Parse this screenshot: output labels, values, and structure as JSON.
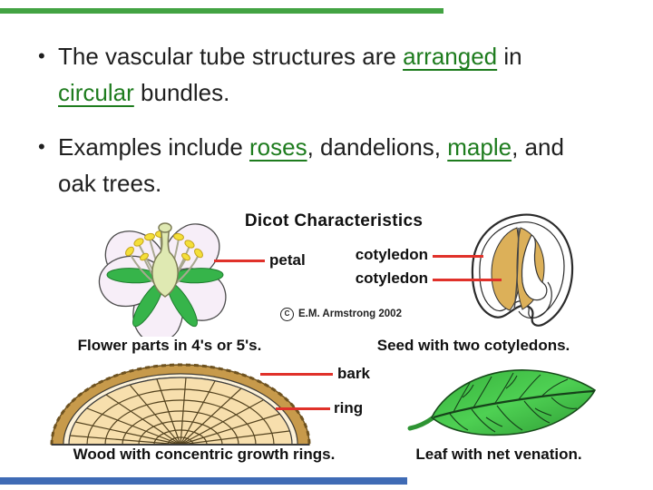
{
  "slide": {
    "bullet_glyph": "•",
    "text_color": "#1f1f1f",
    "link_color": "#1e7c1e",
    "top_bar_color": "#43a343",
    "bottom_bar_color": "#3f6bb5",
    "bullets": {
      "b1": {
        "line1": {
          "t1": "The vascular tube structures are ",
          "link": "arranged",
          "t2": " in"
        },
        "line2": {
          "link": "circular",
          "t2": " bundles."
        }
      },
      "b2": {
        "line1": {
          "t1": "Examples include ",
          "link1": "roses",
          "t2": ", dandelions, ",
          "link2": "maple",
          "t3": ", and"
        },
        "line2": {
          "t1": "oak trees."
        }
      }
    }
  },
  "diagram": {
    "title": "Dicot Characteristics",
    "labels": {
      "petal": "petal",
      "cotyledon_top": "cotyledon",
      "cotyledon_bottom": "cotyledon",
      "bark": "bark",
      "ring": "ring"
    },
    "captions": {
      "flower": "Flower parts in 4's or 5's.",
      "seed": "Seed with two cotyledons.",
      "wood": "Wood with concentric growth rings.",
      "leaf": "Leaf with net venation."
    },
    "copyright": {
      "symbol": "C",
      "text": "E.M. Armstrong 2002"
    },
    "pointer_line_color": "#e0312a",
    "colors": {
      "petal_purple": "#c884cf",
      "sepal_green": "#36b44a",
      "anther_yellow": "#f4df39",
      "cotyledon_tan": "#dcb059",
      "bark_tan": "#c79a4b",
      "wood_cream": "#f7dfad",
      "leaf_green": "#3cbb42"
    }
  }
}
